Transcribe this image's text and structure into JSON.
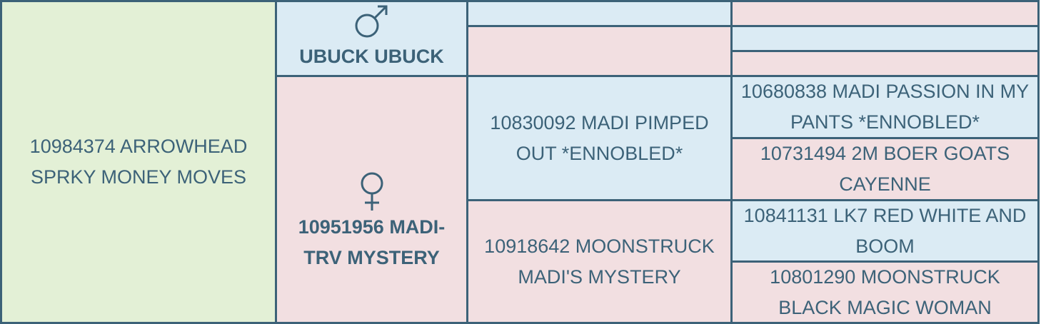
{
  "colors": {
    "border": "#3c6278",
    "text": "#3c6278",
    "subject": "#e3f0d6",
    "male": "#dbebf4",
    "female": "#f2dfe1"
  },
  "subject": {
    "name": "10984374 ARROWHEAD SPRKY MONEY MOVES"
  },
  "sire": {
    "symbol": "male-icon",
    "name": "UBUCK UBUCK"
  },
  "dam": {
    "symbol": "female-icon",
    "name": "10951956 MADI-TRV MYSTERY"
  },
  "dam_sire": {
    "name": "10830092 MADI PIMPED OUT *ENNOBLED*"
  },
  "dam_dam": {
    "name": "10918642 MOONSTRUCK MADI'S MYSTERY"
  },
  "dam_sire_sire": {
    "name": "10680838 MADI PASSION IN MY PANTS *ENNOBLED*"
  },
  "dam_sire_dam": {
    "name": "10731494 2M BOER GOATS CAYENNE"
  },
  "dam_dam_sire": {
    "name": "10841131 LK7 RED WHITE AND BOOM"
  },
  "dam_dam_dam": {
    "name": "10801290 MOONSTRUCK BLACK MAGIC WOMAN"
  }
}
